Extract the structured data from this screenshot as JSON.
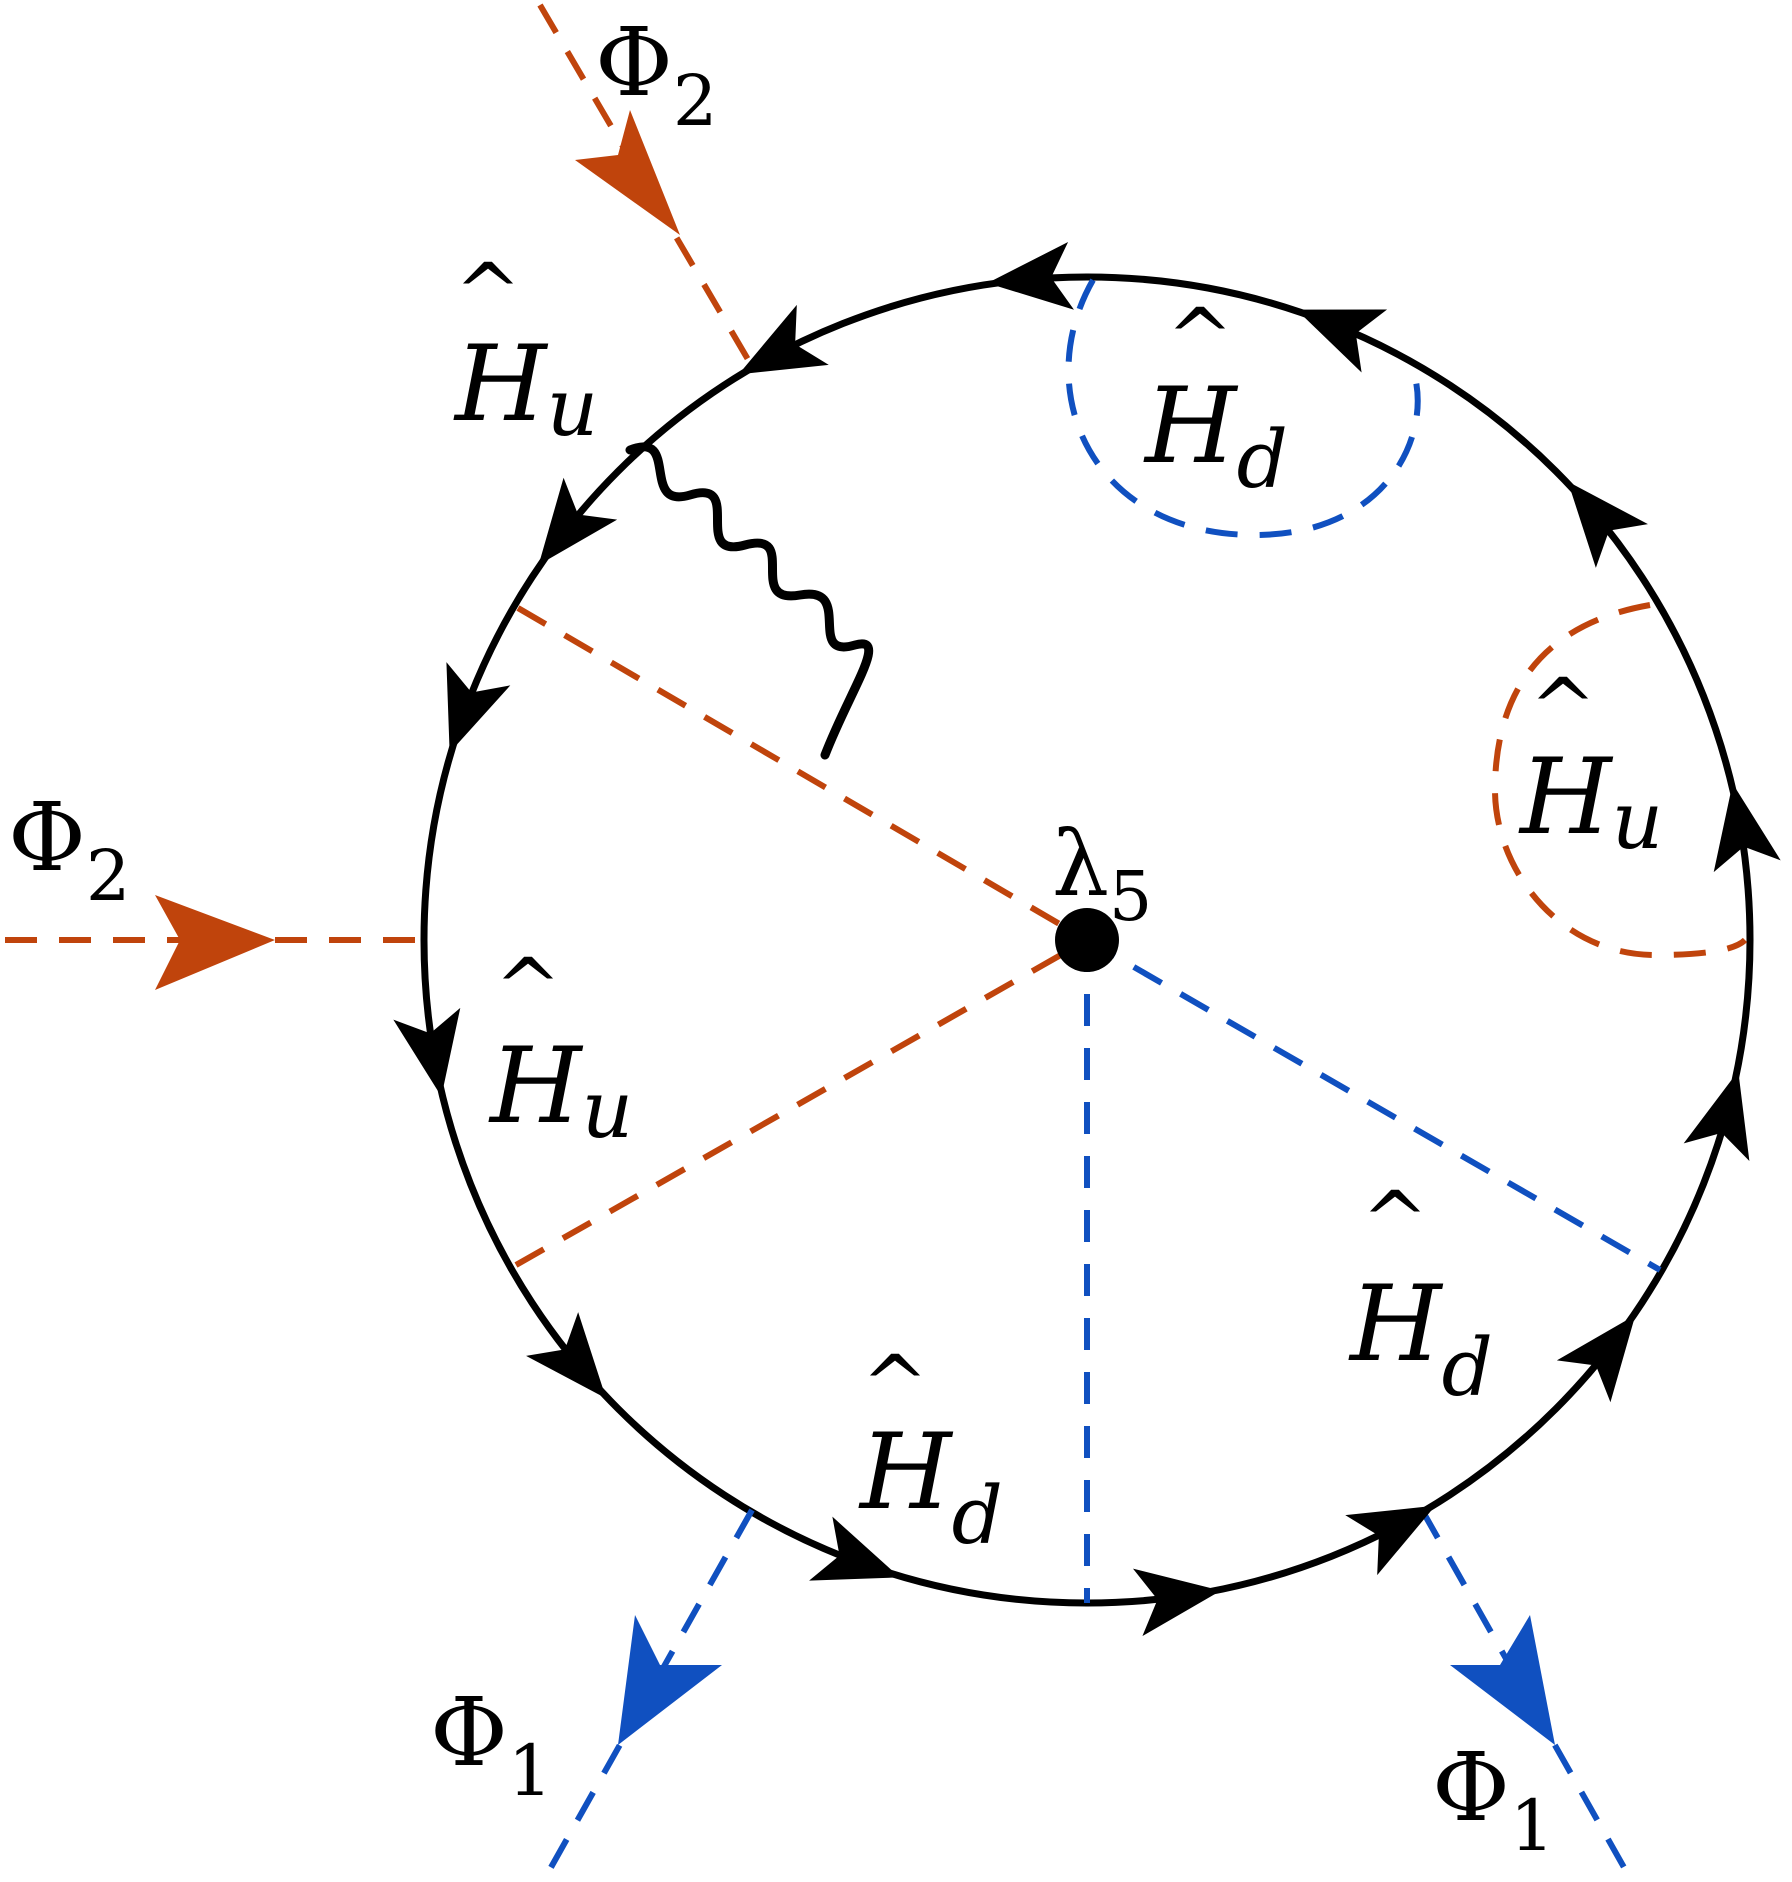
{
  "colors": {
    "fermion": "#000000",
    "phi2_line": "#c0440c",
    "phi1_line": "#1050c0",
    "vertex": "#000000"
  },
  "labels": {
    "phi2_top": {
      "main": "Φ",
      "sub": "2"
    },
    "phi2_left": {
      "main": "Φ",
      "sub": "2"
    },
    "phi1_bottom_left": {
      "main": "Φ",
      "sub": "1"
    },
    "phi1_bottom_right": {
      "main": "Φ",
      "sub": "1"
    },
    "vertex": {
      "main": "λ",
      "sub": "5"
    },
    "hu_top_left": {
      "main": "H",
      "sub": "u",
      "hat": "^"
    },
    "hu_left": {
      "main": "H",
      "sub": "u",
      "hat": "^"
    },
    "hu_right": {
      "main": "H",
      "sub": "u",
      "hat": "^"
    },
    "hd_top": {
      "main": "H",
      "sub": "d",
      "hat": "^"
    },
    "hd_bottom": {
      "main": "H",
      "sub": "d",
      "hat": "^"
    },
    "hd_bottom_right": {
      "main": "H",
      "sub": "d",
      "hat": "^"
    }
  }
}
